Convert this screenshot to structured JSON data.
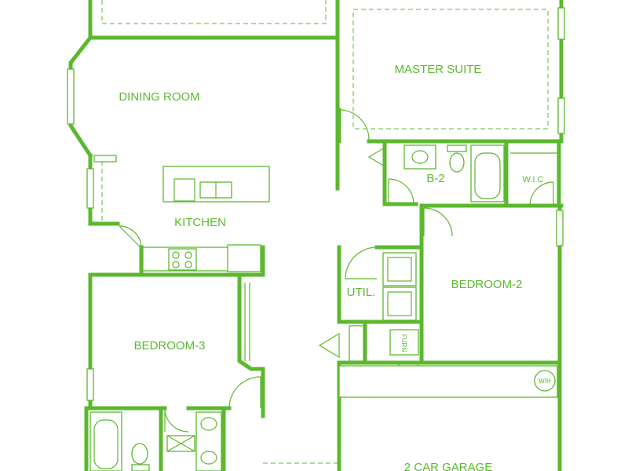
{
  "rooms": {
    "dining_room": "DINING ROOM",
    "master_suite": "MASTER SUITE",
    "kitchen": "KITCHEN",
    "bath_2": "B-2",
    "wic": "W.I.C",
    "utility": "UTIL.",
    "bedroom_2": "BEDROOM-2",
    "bedroom_3": "BEDROOM-3",
    "garage": "2 CAR GARAGE"
  },
  "fixtures": {
    "furnace": "FURN",
    "water_heater": "W/H"
  },
  "colors": {
    "wall": "#5cb82e",
    "background": "#ffffff"
  }
}
